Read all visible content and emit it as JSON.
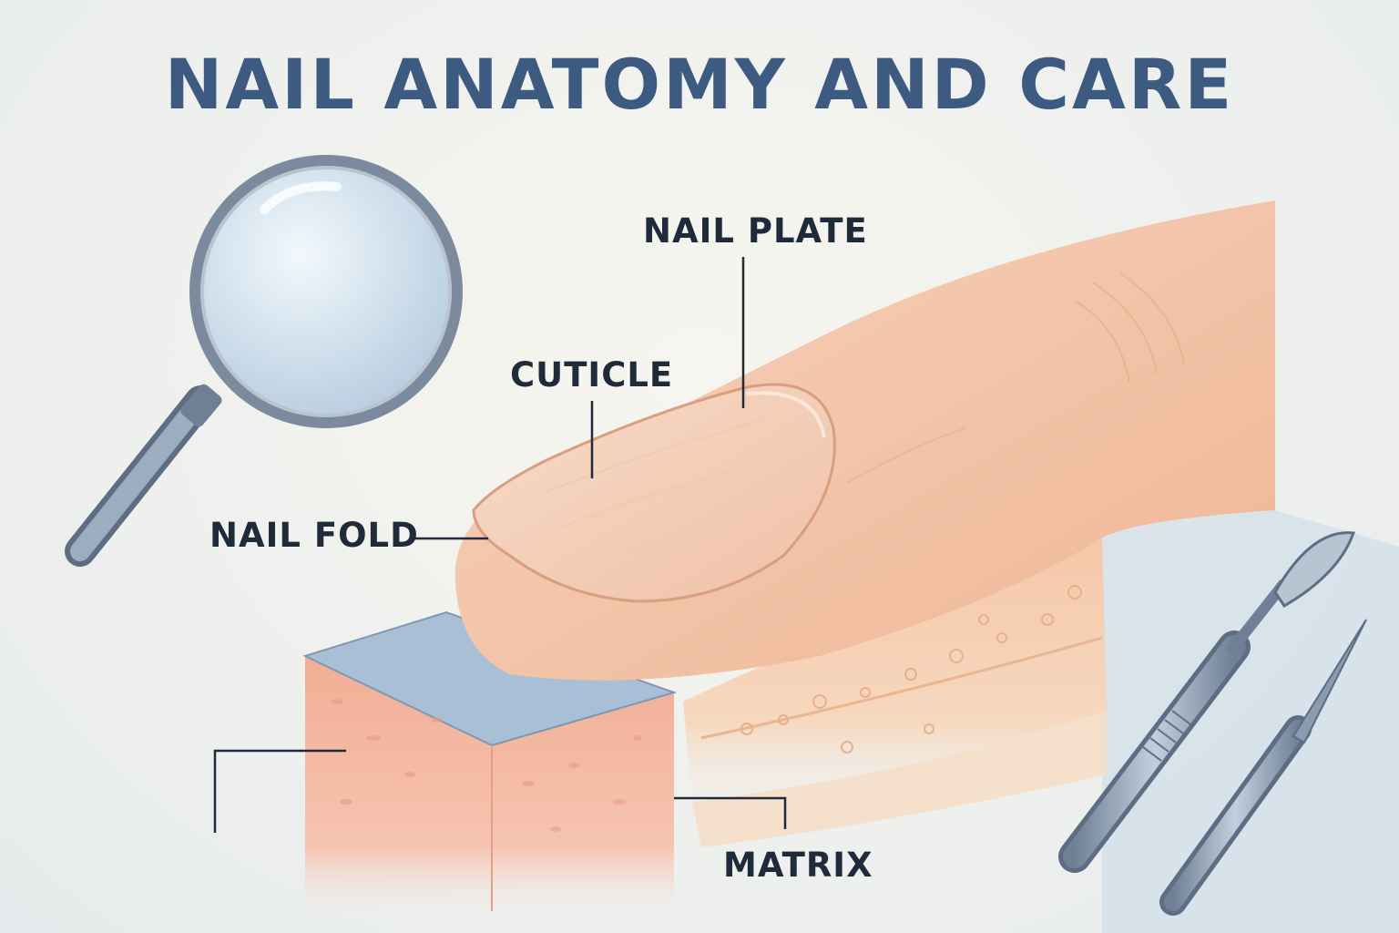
{
  "title": "NAIL ANATOMY AND CARE",
  "labels": {
    "nail_plate": "NAIL PLATE",
    "cuticle": "CUTICLE",
    "nail_fold": "NAIL FOLD",
    "matrix": "MATRIX"
  },
  "colors": {
    "title": "#3d5a80",
    "label_text": "#1f2a3a",
    "skin": "#f3c4a6",
    "nail": "#f4cdb4",
    "tissue": "#f4b8a0",
    "top_layer": "#a9bfd6",
    "tool_metal": "#8a9bb0"
  },
  "icons": [
    "magnifier-icon",
    "scalpel-icon",
    "cuticle-pusher-icon"
  ]
}
